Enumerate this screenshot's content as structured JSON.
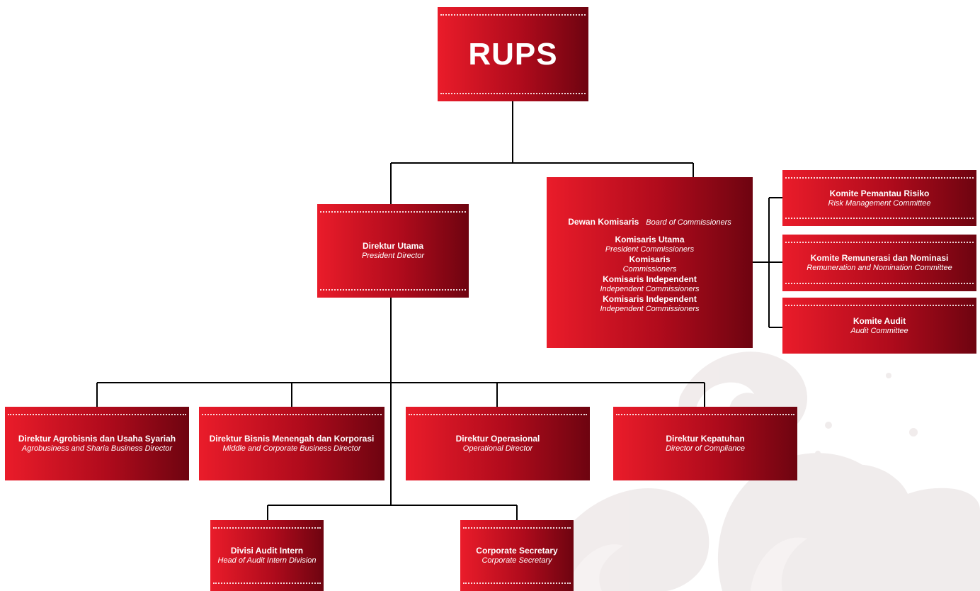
{
  "rups": {
    "title": "RUPS"
  },
  "direktur_utama": {
    "title": "Direktur Utama",
    "subtitle": "President Director"
  },
  "dewan": {
    "title": "Dewan Komisaris",
    "subtitle": "Board of Commissioners",
    "members": [
      {
        "title": "Komisaris Utama",
        "subtitle": "President Commissioners"
      },
      {
        "title": "Komisaris",
        "subtitle": "Commissioners"
      },
      {
        "title": "Komisaris Independent",
        "subtitle": "Independent Commissioners"
      },
      {
        "title": "Komisaris Independent",
        "subtitle": "Independent Commissioners"
      }
    ]
  },
  "committees": [
    {
      "title": "Komite Pemantau Risiko",
      "subtitle": "Risk Management Committee"
    },
    {
      "title": "Komite Remunerasi dan Nominasi",
      "subtitle": "Remuneration and Nomination Committee"
    },
    {
      "title": "Komite Audit",
      "subtitle": "Audit Committee"
    }
  ],
  "directors": [
    {
      "title": "Direktur Agrobisnis dan Usaha Syariah",
      "subtitle": "Agrobusiness and Sharia Business Director"
    },
    {
      "title": "Direktur Bisnis  Menengah dan Korporasi",
      "subtitle": "Middle and Corporate Business Director"
    },
    {
      "title": "Direktur Operasional",
      "subtitle": "Operational Director"
    },
    {
      "title": "Direktur Kepatuhan",
      "subtitle": "Director of Compliance"
    }
  ],
  "divisions": [
    {
      "title": "Divisi Audit Intern",
      "subtitle": "Head of Audit Intern Division"
    },
    {
      "title": "Corporate Secretary",
      "subtitle": "Corporate Secretary"
    }
  ],
  "colors": {
    "box_light": "#ea1c2a",
    "box_dark": "#6e0410",
    "connector": "#000000",
    "text": "#ffffff"
  }
}
